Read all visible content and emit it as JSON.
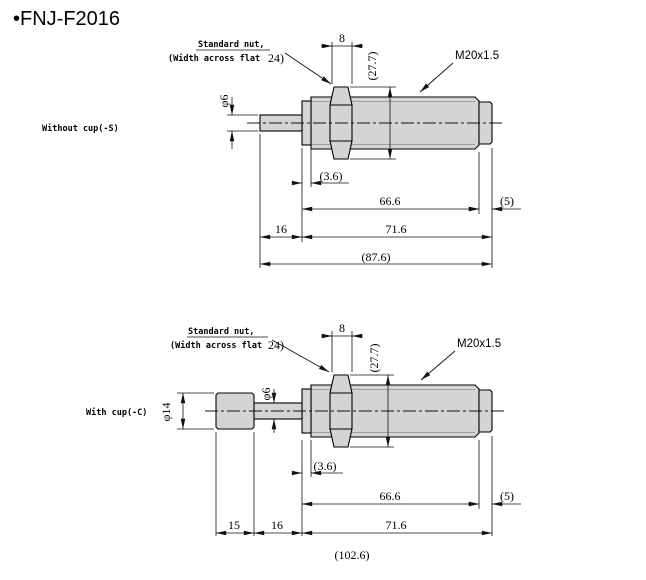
{
  "title": "•FNJ-F2016",
  "colors": {
    "metal_fill": "#d4d4d4",
    "line": "#000000"
  },
  "views": {
    "top": {
      "label": "Without cup(-S)",
      "nut_note_line1": "Standard nut,",
      "nut_note_line2": "(Width across flat",
      "nut_note_flat_value": "24)",
      "thread_spec": "M20x1.5",
      "dims": {
        "nut_width": "8",
        "nut_corner_height": "(27.7)",
        "rod_diameter": "φ6",
        "collar_width": "(3.6)",
        "thread_length": "66.6",
        "rear_cap_length": "(5)",
        "rod_stroke_length": "16",
        "body_length": "71.6",
        "overall_length": "(87.6)"
      }
    },
    "bottom": {
      "label": "With cup(-C)",
      "nut_note_line1": "Standard nut,",
      "nut_note_line2": "(Width across flat",
      "nut_note_flat_value": "24)",
      "thread_spec": "M20x1.5",
      "dims": {
        "cup_diameter": "φ14",
        "nut_width": "8",
        "nut_corner_height": "(27.7)",
        "rod_diameter": "φ6",
        "collar_width": "(3.6)",
        "thread_length": "66.6",
        "rear_cap_length": "(5)",
        "cup_length": "15",
        "rod_stroke_length": "16",
        "body_length": "71.6",
        "overall_length": "(102.6)"
      }
    }
  }
}
